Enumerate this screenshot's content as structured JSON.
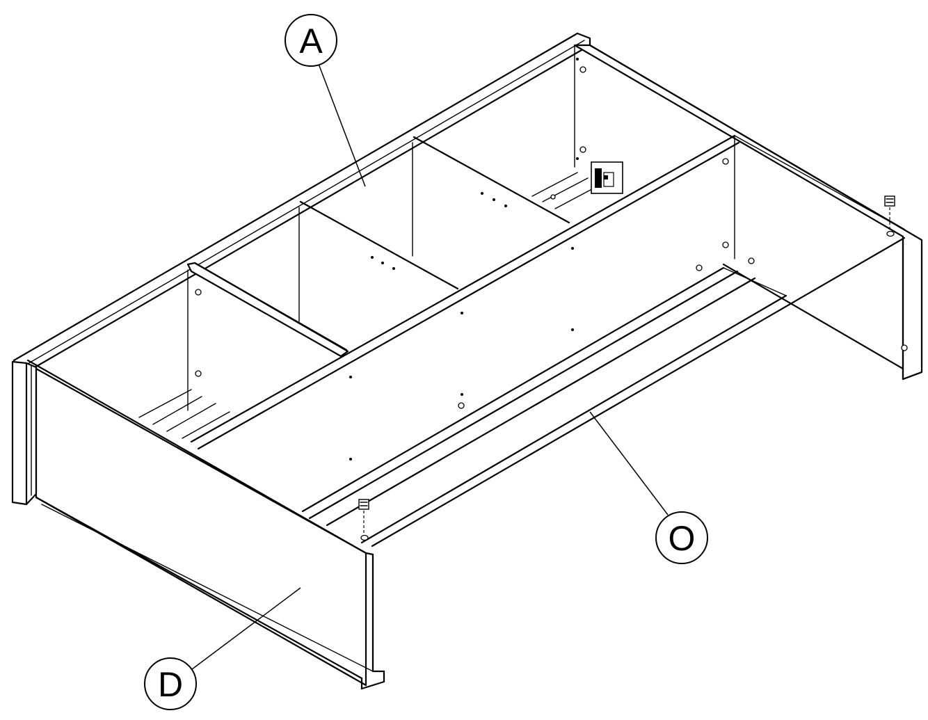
{
  "callouts": [
    {
      "id": "A",
      "letter": "A"
    },
    {
      "id": "O",
      "letter": "O"
    },
    {
      "id": "D",
      "letter": "D"
    }
  ]
}
